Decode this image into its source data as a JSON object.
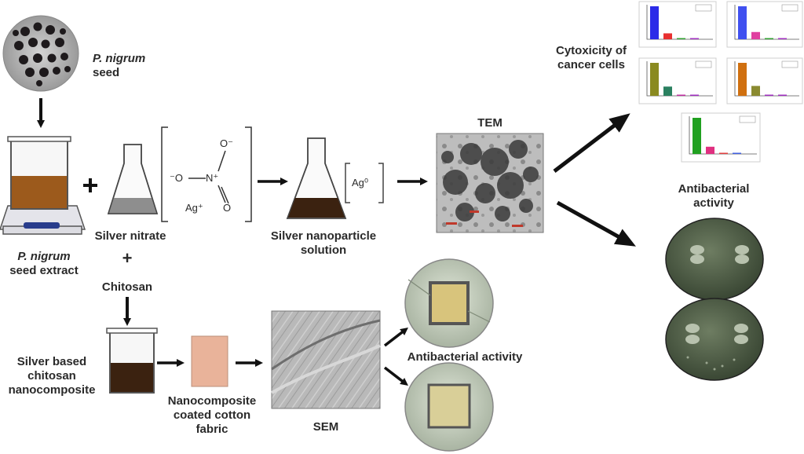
{
  "labels": {
    "seed_species": "P. nigrum",
    "seed": "seed",
    "extract_species": "P. nigrum",
    "extract": "seed extract",
    "plus": "+",
    "silver_nitrate": "Silver nitrate",
    "chitosan": "Chitosan",
    "nanoparticle_solution_1": "Silver nanoparticle",
    "nanoparticle_solution_2": "solution",
    "tem": "TEM",
    "sem": "SEM",
    "cytotoxicity_1": "Cytoxicity of",
    "cytotoxicity_2": "cancer cells",
    "antibacterial_top_1": "Antibacterial",
    "antibacterial_top_2": "activity",
    "antibacterial_bottom": "Antibacterial activity",
    "composite_1": "Silver based",
    "composite_2": "chitosan",
    "composite_3": "nanocomposite",
    "fabric_1": "Nanocomposite",
    "fabric_2": "coated cotton",
    "fabric_3": "fabric"
  },
  "chemistry": {
    "o_minus_top": "O⁻",
    "o_minus_left": "⁻O",
    "n_plus": "N⁺",
    "o_right": "O",
    "ag_plus": "Ag⁺",
    "ag_bracket": "Ag⁰"
  },
  "colors": {
    "extract": "#9c5a1c",
    "nanoparticle": "#3b2210",
    "fabric": "#e9b39a",
    "plate": "#4a5a44"
  },
  "mini_charts": [
    {
      "values": [
        100,
        18,
        3,
        2
      ],
      "colors": [
        "#2b2be8",
        "#e83030",
        "#30a030",
        "#a030c0"
      ]
    },
    {
      "values": [
        100,
        22,
        3,
        2
      ],
      "colors": [
        "#4050f0",
        "#e040a0",
        "#30a030",
        "#a030c0"
      ]
    },
    {
      "values": [
        100,
        28,
        3,
        2
      ],
      "colors": [
        "#8a8a20",
        "#2a8060",
        "#c030a0",
        "#a030c0"
      ]
    },
    {
      "values": [
        100,
        30,
        3,
        2
      ],
      "colors": [
        "#d07010",
        "#8a8a30",
        "#a030c0",
        "#a030c0"
      ]
    },
    {
      "values": [
        100,
        20,
        3,
        2
      ],
      "colors": [
        "#20a020",
        "#e03080",
        "#e04040",
        "#4060e0"
      ]
    }
  ]
}
